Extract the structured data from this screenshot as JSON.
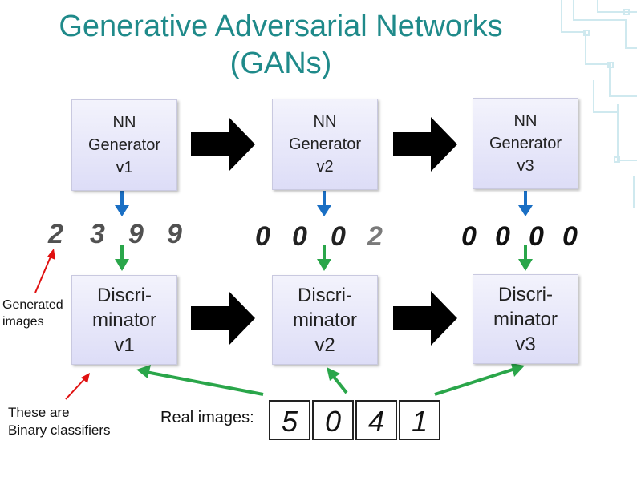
{
  "title": {
    "line1": "Generative Adversarial Networks",
    "line2": "(GANs)"
  },
  "generators": [
    {
      "line1": "NN",
      "line2": "Generator",
      "line3": "v1"
    },
    {
      "line1": "NN",
      "line2": "Generator",
      "line3": "v2"
    },
    {
      "line1": "NN",
      "line2": "Generator",
      "line3": "v3"
    }
  ],
  "discriminators": [
    {
      "line1": "Discri-",
      "line2": "minator",
      "line3": "v1"
    },
    {
      "line1": "Discri-",
      "line2": "minator",
      "line3": "v2"
    },
    {
      "line1": "Discri-",
      "line2": "minator",
      "line3": "v3"
    }
  ],
  "generated_samples": [
    [
      "2",
      "3",
      "9",
      "9"
    ],
    [
      "0",
      "0",
      "0",
      "2"
    ],
    [
      "0",
      "0",
      "0",
      "0"
    ]
  ],
  "real_samples": [
    "5",
    "0",
    "4",
    "1"
  ],
  "labels": {
    "generated_line1": "Generated",
    "generated_line2": "images",
    "classifier_line1": "These are",
    "classifier_line2": "Binary classifiers",
    "real_images": "Real images:"
  },
  "colors": {
    "title": "#1f8a8a",
    "gen_arrow": "#1a6fc4",
    "disc_arrow": "#2aa64a",
    "note_arrow": "#e01010",
    "block_arrow": "#000000"
  }
}
